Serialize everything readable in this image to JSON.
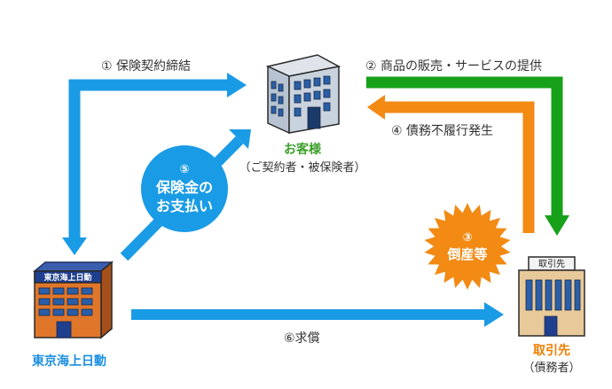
{
  "flows": {
    "f1": "① 保険契約締結",
    "f2": "② 商品の販売・サービスの提供",
    "f4": "④ 債務不履行発生",
    "f6": "⑥求償"
  },
  "nodes": {
    "customer": {
      "name": "お客様",
      "sub": "（ご契約者・被保険者）"
    },
    "insurer": {
      "name": "東京海上日動",
      "sign": "東京海上日動"
    },
    "partner": {
      "name": "取引先",
      "sub": "（債務者）",
      "sign": "取引先"
    }
  },
  "badges": {
    "payout": {
      "num": "⑤",
      "line1": "保険金の",
      "line2": "お支払い"
    },
    "bankrupt": {
      "num": "③",
      "line1": "倒産等"
    }
  },
  "colors": {
    "blue": "#1a9be6",
    "green": "#17a11a",
    "orange": "#f28a14",
    "navy": "#1f3f8f",
    "customerText": "#3ba02a",
    "insurerText": "#1a8fe0",
    "partnerText": "#f07d00"
  }
}
